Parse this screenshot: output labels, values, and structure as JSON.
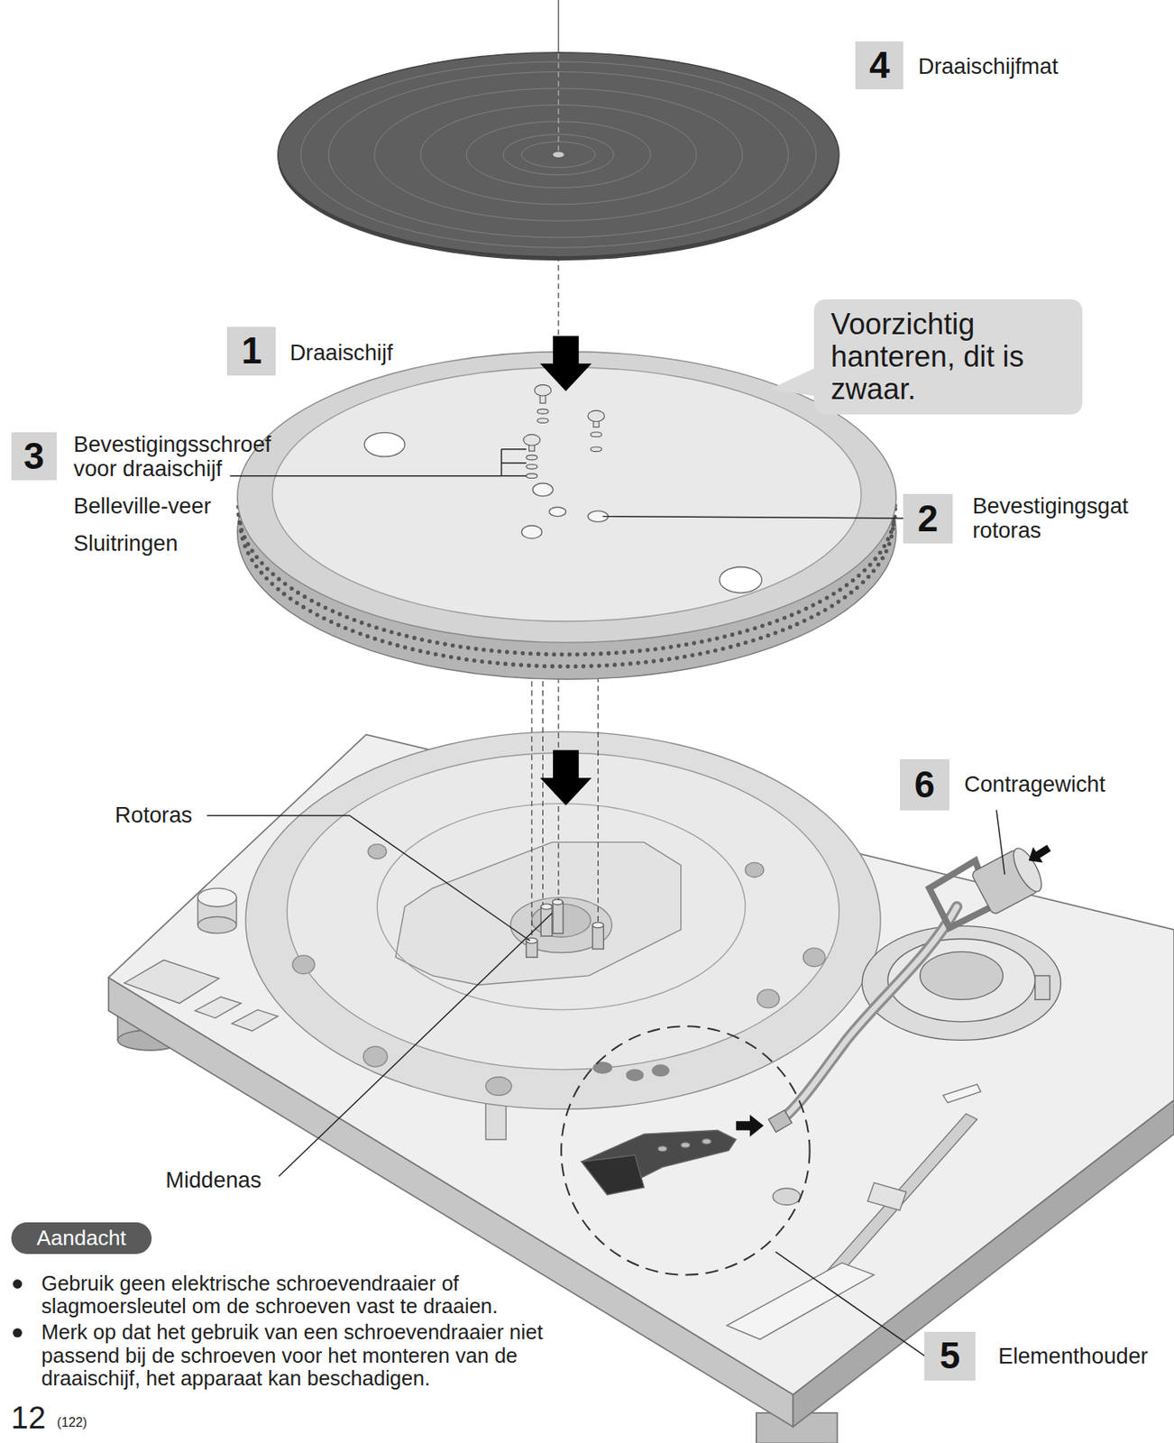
{
  "diagram": {
    "nodes": [
      {
        "text": [
          "4"
        ]
      },
      {
        "text": [
          "Voorzichtig hanteren, dit is zwaar."
        ]
      },
      {
        "text": [
          "1"
        ]
      },
      {
        "text": [
          "3"
        ]
      },
      {
        "text": [
          "2"
        ]
      },
      {
        "text": [
          "6"
        ]
      },
      {
        "text": [
          "Aandacht"
        ]
      },
      {
        "text": [
          "5"
        ]
      }
    ],
    "labels": [
      "Draaischijfmat",
      "Draaischijf",
      "Bevestigingsschroef voor draaischijf",
      "Belleville-veer",
      "Sluitringen",
      "Bevestigingsgat rotoras",
      "Contragewicht",
      "Rotoras",
      "Middenas",
      "Elementhouder",
      "Gebruik geen elektrische schroevendraaier of slagmoersleutel om de schroeven vast te draaien.",
      "Merk op dat het gebruik van een schroevendraaier niet passend bij de schroeven voor het monteren van de draaischijf, het apparaat kan beschadigen.",
      "12",
      "(122)"
    ]
  }
}
